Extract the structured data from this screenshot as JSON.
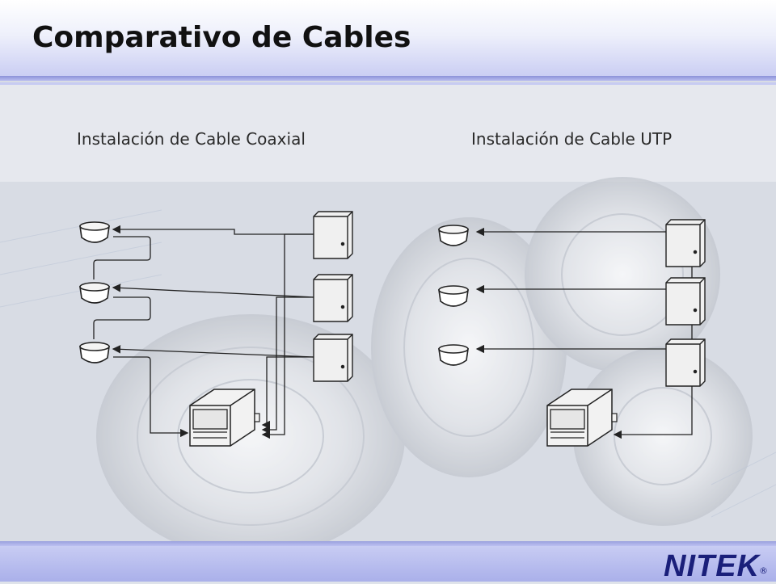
{
  "title": "Comparativo de Cables",
  "diagram": {
    "left_label": "Instalación de Cable Coaxial",
    "right_label": "Instalación de Cable UTP"
  },
  "footer": {
    "logo_text": "NITEK",
    "logo_mark": "®"
  },
  "colors": {
    "header_accent": "#8c92d8",
    "footer_band": "#aab0ea",
    "logo": "#1a1f7a"
  }
}
